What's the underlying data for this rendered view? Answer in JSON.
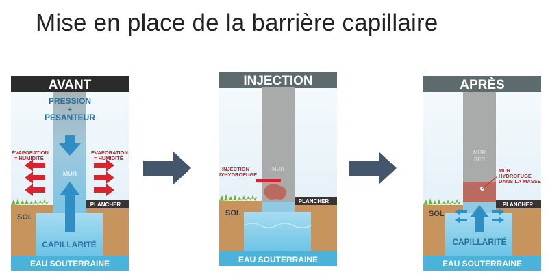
{
  "title": "Mise en place de la barrière capillaire",
  "panels": {
    "avant": {
      "header": "AVANT",
      "pression_line1": "PRESSION",
      "pression_plus": "+",
      "pression_line2": "PESANTEUR",
      "evap_left_1": "ÉVAPORATION",
      "evap_left_2": "= HUMIDITÉ",
      "evap_right_1": "ÉVAPORATION",
      "evap_right_2": "= HUMIDITÉ",
      "mur": "MUR",
      "plancher": "PLANCHER",
      "sol": "SOL",
      "capillarite": "CAPILLARITÉ",
      "eau": "EAU SOUTERRAINE"
    },
    "injection": {
      "header": "INJECTION",
      "injection_1": "INJECTION",
      "injection_2": "D'HYDROFUGE",
      "mur": "MUR",
      "plancher": "PLANCHER",
      "sol": "SOL",
      "eau": "EAU SOUTERRAINE"
    },
    "apres": {
      "header": "APRÈS",
      "mur_sec_1": "MUR",
      "mur_sec_2": "SEC",
      "hydro_1": "MUR",
      "hydro_2": "HYDROFUGÉ",
      "hydro_3": "DANS LA MASSE",
      "plancher": "PLANCHER",
      "sol": "SOL",
      "capillarite": "CAPILLARITÉ",
      "eau": "EAU SOUTERRAINE"
    }
  },
  "colors": {
    "header_dark": "#2b2b2b",
    "header_grey": "#5d6a6e",
    "sky": "#e8f4fb",
    "wall": "#a9abab",
    "soil": "#c8945e",
    "water": "#4bb3d9",
    "floor": "#3b3331",
    "grass": "#6fb23a",
    "arrow_blue": "#2f8fc4",
    "arrow_red": "#d6252f",
    "process_arrow": "#44566b",
    "treated": "#b86b5e"
  },
  "icons": [
    "flow-arrow-icon"
  ]
}
